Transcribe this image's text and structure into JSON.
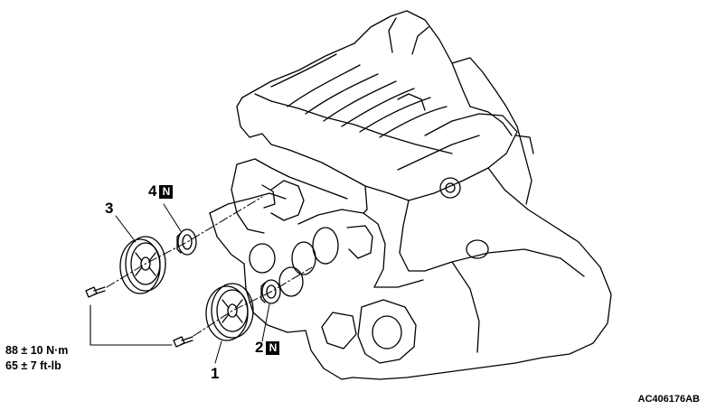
{
  "callouts": [
    {
      "id": "1",
      "number": "1",
      "badge": ""
    },
    {
      "id": "2",
      "number": "2",
      "badge": "N"
    },
    {
      "id": "3",
      "number": "3",
      "badge": ""
    },
    {
      "id": "4",
      "number": "4",
      "badge": "N"
    }
  ],
  "torque": {
    "metric": "88 ± 10 N·m",
    "imperial": "65 ± 7 ft-lb"
  },
  "figure_code": "AC406176AB",
  "colors": {
    "line": "#000000",
    "background": "#ffffff",
    "badge_bg": "#000000",
    "badge_text": "#ffffff"
  }
}
